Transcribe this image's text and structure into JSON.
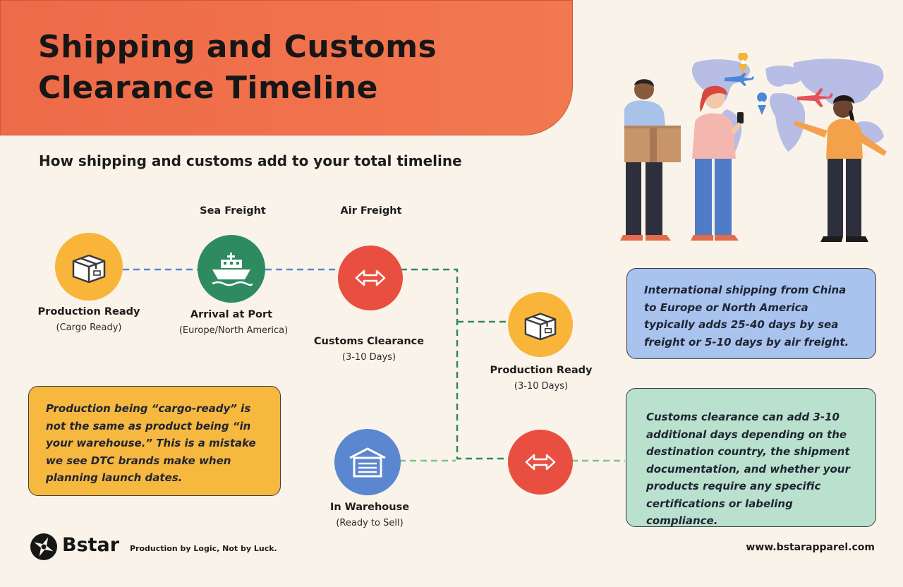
{
  "header": {
    "title_line1": "Shipping and Customs",
    "title_line2": "Clearance Timeline"
  },
  "subtitle": "How shipping and customs add to your total timeline",
  "legend": {
    "sea_freight": "Sea Freight",
    "air_freight": "Air Freight"
  },
  "steps": [
    {
      "label": "Production Ready",
      "sub": "(Cargo Ready)",
      "icon": "box-icon"
    },
    {
      "label": "Arrival at Port",
      "sub": "(Europe/North America)",
      "icon": "ship-icon"
    },
    {
      "label": "Customs Clearance",
      "sub": "(3-10 Days)",
      "icon": "arrows-icon"
    },
    {
      "label": "Production Ready",
      "sub": "(3-10 Days)",
      "icon": "box-icon"
    },
    {
      "label": "In Warehouse",
      "sub": "(Ready to Sell)",
      "icon": "warehouse-icon"
    }
  ],
  "notes": {
    "shipping": "International shipping from China to Europe or North America typically adds 25-40 days by sea freight or 5-10 days by air freight.",
    "customs": "Customs clearance can add 3-10 additional days depending on the destination country, the shipment documentation, and whether your products require any specific certifications or labeling compliance.",
    "warning": "Production being “cargo-ready” is not the same as product being “in your warehouse.” This is a mistake we see DTC brands make when planning launch dates."
  },
  "footer": {
    "brand": "Bstar",
    "tagline": "Production by Logic, Not by Luck.",
    "url": "www.bstarapparel.com"
  },
  "colors": {
    "banner": "#ee6a48",
    "yellow": "#f9b53a",
    "green": "#2e8a5f",
    "red": "#e94f41",
    "blue": "#5b86d0",
    "note_blue": "#a9c3ef",
    "note_green": "#b9e1cd",
    "note_yellow": "#f7b83f"
  }
}
